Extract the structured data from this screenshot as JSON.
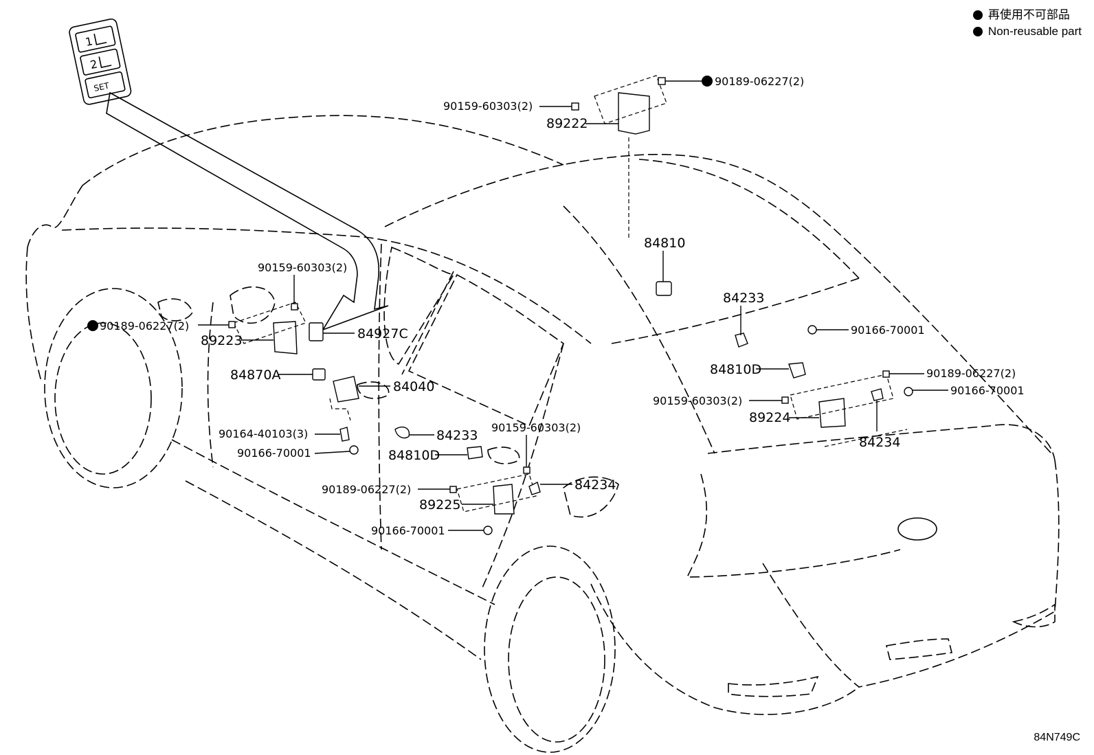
{
  "legend": [
    {
      "text": "再使用不可部品"
    },
    {
      "text": "Non-reusable part"
    }
  ],
  "drawing_code": "84N749C",
  "switch_panel": {
    "key1": "1",
    "key2": "2",
    "key3": "SET"
  },
  "labels": {
    "l_90189_06227_top": "90189-06227(2)",
    "l_90159_60303_top": "90159-60303(2)",
    "l_89222": "89222",
    "l_84810": "84810",
    "l_84233_right": "84233",
    "l_90166_70001_right1": "90166-70001",
    "l_84810D_right": "84810D",
    "l_90189_06227_right": "90189-06227(2)",
    "l_90159_60303_right": "90159-60303(2)",
    "l_90166_70001_right2": "90166-70001",
    "l_89224": "89224",
    "l_84234_right": "84234",
    "l_90159_60303_left": "90159-60303(2)",
    "l_90189_06227_left": "90189-06227(2)",
    "l_89223": "89223",
    "l_84927C": "84927C",
    "l_84870A": "84870A",
    "l_84040": "84040",
    "l_90164_40103": "90164-40103(3)",
    "l_90166_70001_left": "90166-70001",
    "l_84233_left": "84233",
    "l_90159_60303_mid": "90159-60303(2)",
    "l_84810D_mid": "84810D",
    "l_90189_06227_mid": "90189-06227(2)",
    "l_89225": "89225",
    "l_84234_mid": "84234",
    "l_90166_70001_bottom": "90166-70001"
  }
}
